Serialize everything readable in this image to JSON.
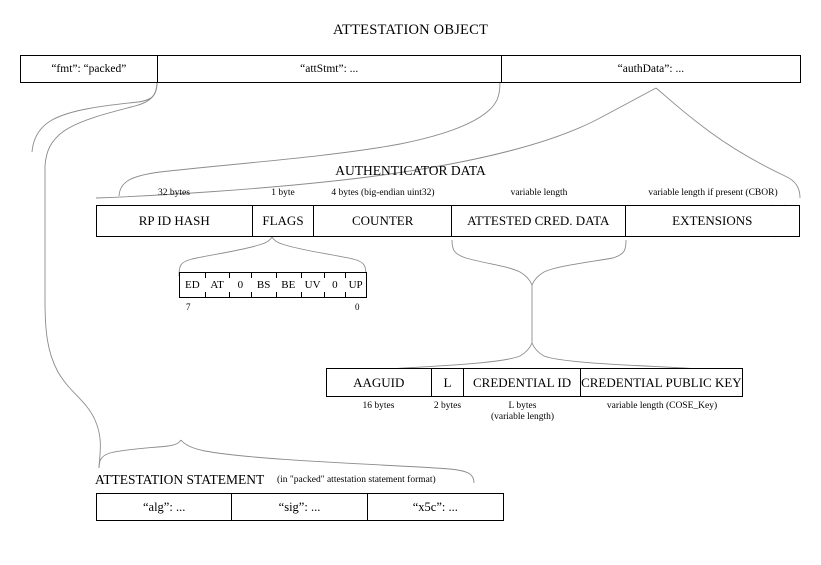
{
  "diagram": {
    "title": "ATTESTATION OBJECT",
    "attestation_object": {
      "fields": [
        {
          "label": "“fmt”: “packed”"
        },
        {
          "label": "“attStmt”: ..."
        },
        {
          "label": "“authData”: ..."
        }
      ]
    },
    "authenticator_data": {
      "title": "AUTHENTICATOR DATA",
      "fields": [
        {
          "label": "RP ID HASH",
          "size": "32 bytes"
        },
        {
          "label": "FLAGS",
          "size": "1 byte"
        },
        {
          "label": "COUNTER",
          "size": "4 bytes (big-endian uint32)"
        },
        {
          "label": "ATTESTED CRED. DATA",
          "size": "variable length"
        },
        {
          "label": "EXTENSIONS",
          "size": "variable length if present (CBOR)"
        }
      ]
    },
    "flags": {
      "bits": [
        "ED",
        "AT",
        "0",
        "BS",
        "BE",
        "UV",
        "0",
        "UP"
      ],
      "high_index": "7",
      "low_index": "0"
    },
    "attested_credential_data": {
      "fields": [
        {
          "label": "AAGUID",
          "size": "16 bytes",
          "size2": ""
        },
        {
          "label": "L",
          "size": "2 bytes",
          "size2": ""
        },
        {
          "label": "CREDENTIAL ID",
          "size": "L bytes",
          "size2": "(variable length)"
        },
        {
          "label": "CREDENTIAL PUBLIC KEY",
          "size": "variable length (COSE_Key)",
          "size2": ""
        }
      ]
    },
    "attestation_statement": {
      "title": "ATTESTATION STATEMENT",
      "note": "(in \"packed\" attestation statement format)",
      "fields": [
        {
          "label": "“alg”: ..."
        },
        {
          "label": "“sig”: ..."
        },
        {
          "label": "“x5c”: ..."
        }
      ]
    },
    "colors": {
      "ink": "#000000",
      "connector": "#8c8c8c",
      "background": "#ffffff"
    }
  }
}
